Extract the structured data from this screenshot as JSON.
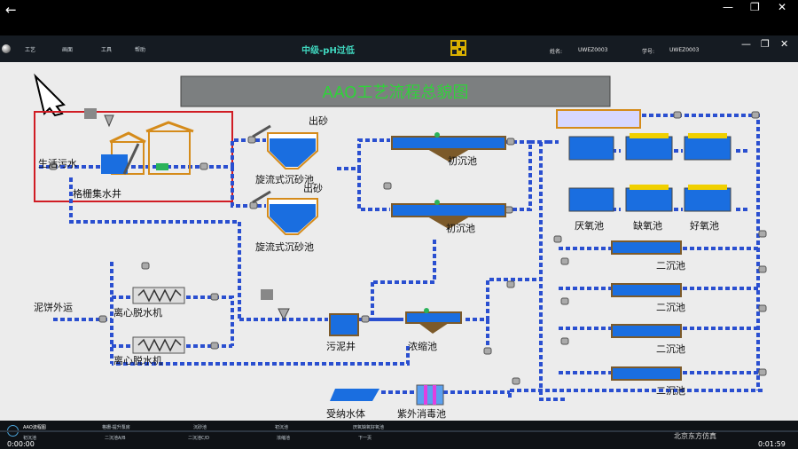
{
  "window_controls": {
    "back": "←",
    "minimize": "—",
    "restore": "❐",
    "close": "✕"
  },
  "app": {
    "menus": [
      "工艺",
      "画面",
      "工具",
      "帮助"
    ],
    "title": "中级-pH过低",
    "name_label": "姓名:",
    "name_value": "UWEZ0003",
    "id_label": "学号:",
    "id_value": "UWEZ0003",
    "controls": {
      "minimize": "—",
      "restore": "❐",
      "close": "✕"
    }
  },
  "diagram": {
    "banner": "AAO工艺流程总貌图",
    "labels": {
      "sewage": "生活污水",
      "screen_well": "格栅集水井",
      "grit_out_1": "出砂",
      "grit_out_2": "出砂",
      "grit_tank_1": "旋流式沉砂池",
      "grit_tank_2": "旋流式沉砂池",
      "primary_1": "初沉池",
      "primary_2": "初沉池",
      "anaerobic": "厌氧池",
      "anoxic": "缺氧池",
      "aerobic": "好氧池",
      "secondary_1": "二沉池",
      "secondary_2": "二沉池",
      "secondary_3": "二沉池",
      "secondary_4": "二沉池",
      "cake_out": "泥饼外运",
      "centrifuge_1": "离心脱水机",
      "centrifuge_2": "离心脱水机",
      "sludge_well": "污泥井",
      "thickener": "浓缩池",
      "receiving_water": "受纳水体",
      "uv_tank": "紫外消毒池"
    }
  },
  "bottom": {
    "tabs_row1": [
      "AAO流程图",
      "格栅-提升泵房",
      "沉砂池",
      "初沉池",
      "厌氧缺氧好氧池"
    ],
    "tabs_row2": [
      "初沉池",
      "二沉池A/B",
      "二沉池C/D",
      "浓缩池",
      "下一页"
    ],
    "time_current": "0:00:00",
    "time_total": "0:01:59",
    "brand": "北京东方仿真"
  },
  "colors": {
    "water": "#1a6ee0",
    "pipe": "#2a4fd0",
    "highlight_box": "#d01c24",
    "title_accent": "#40d8c0"
  }
}
